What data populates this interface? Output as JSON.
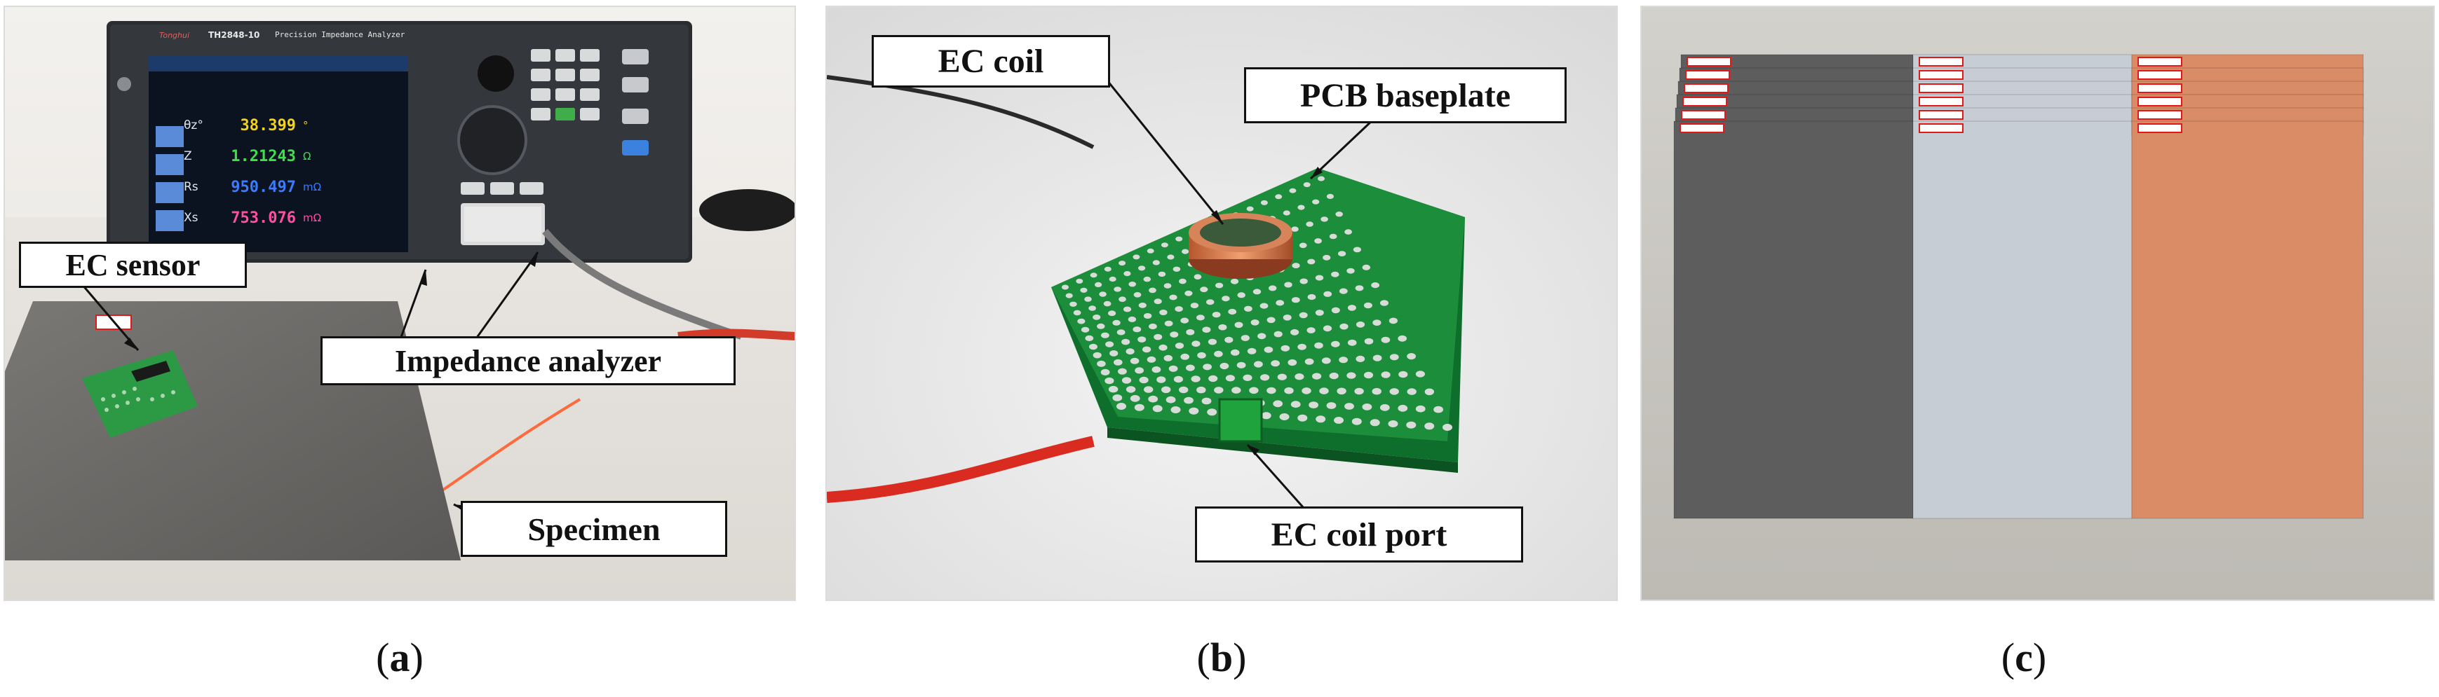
{
  "panels": [
    {
      "id": "a",
      "caption": "a",
      "callouts": {
        "ec_sensor": "EC sensor",
        "impedance_analyzer": "Impedance analyzer",
        "specimen": "Specimen"
      },
      "instrument": {
        "brand": "Tonghui",
        "model": "TH2848-10",
        "name": "Precision Impedance Analyzer",
        "readings": [
          {
            "param": "θz°",
            "value": "38.399",
            "unit": "°",
            "color": "#f2d21b"
          },
          {
            "param": "Z",
            "value": "1.21243",
            "unit": "Ω",
            "color": "#3ee04a"
          },
          {
            "param": "Rs",
            "value": "950.497",
            "unit": "mΩ",
            "color": "#3b7bff"
          },
          {
            "param": "Xs",
            "value": "753.076",
            "unit": "mΩ",
            "color": "#ff4fa0"
          }
        ]
      }
    },
    {
      "id": "b",
      "caption": "b",
      "callouts": {
        "ec_coil": "EC coil",
        "pcb_baseplate": "PCB baseplate",
        "ec_coil_port": "EC coil port"
      }
    },
    {
      "id": "c",
      "caption": "c",
      "specimen_colors": [
        "#5d5d5d",
        "#c6cdd4",
        "#d98c66"
      ]
    }
  ]
}
